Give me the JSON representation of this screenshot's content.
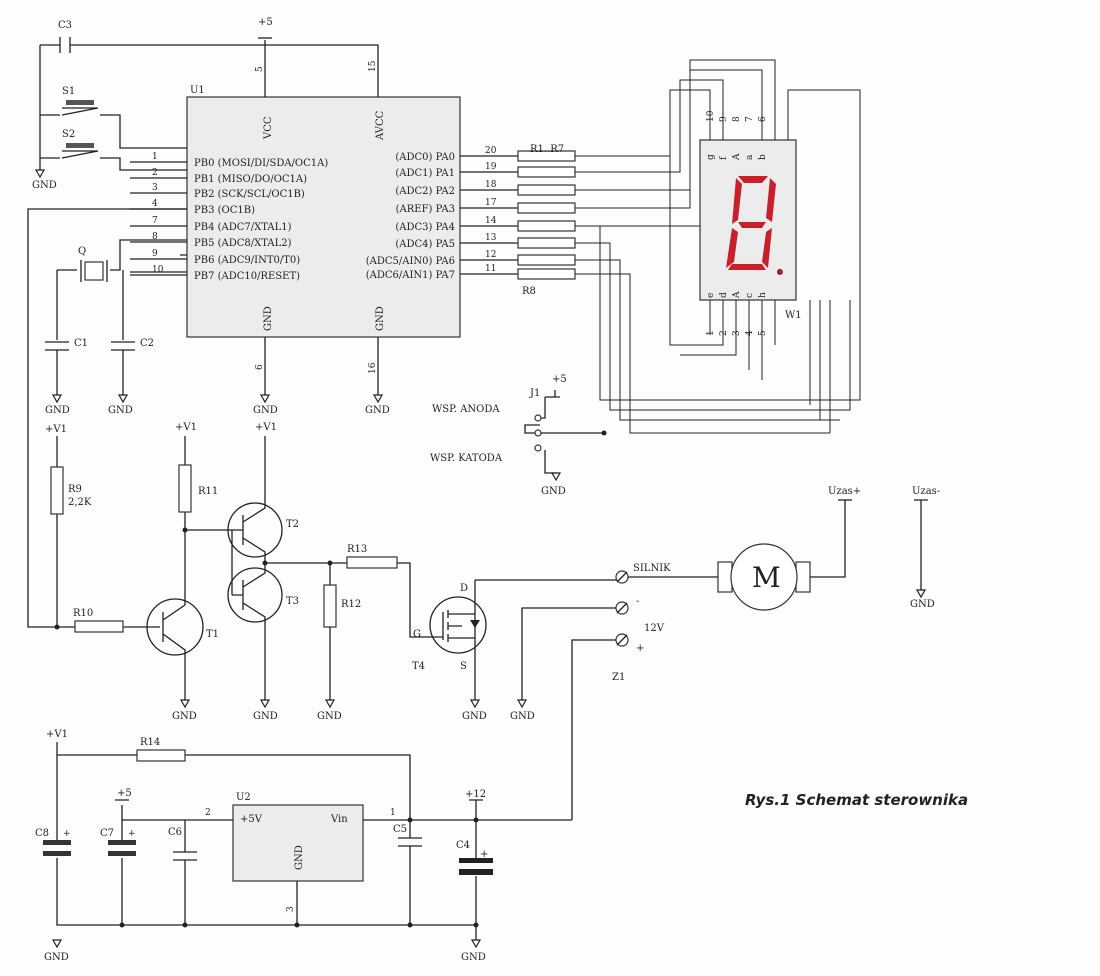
{
  "caption": "Rys.1 Schemat sterownika",
  "power": {
    "p5_top": "+5",
    "p5_mid": "+5",
    "v1_a": "+V1",
    "v1_b": "+V1",
    "v1_c": "+V1",
    "v1_d": "+V1",
    "p12": "+12",
    "p5_reg": "+5",
    "gnd": "GND",
    "uzas_plus": "Uzas+",
    "uzas_minus": "Uzas-"
  },
  "u1": {
    "ref": "U1",
    "vcc": "VCC",
    "avcc": "AVCC",
    "gnd": "GND",
    "vcc_pin": "5",
    "avcc_pin": "15",
    "gnd_pin_a": "6",
    "gnd_pin_b": "16",
    "left_pins": [
      {
        "num": "1",
        "label": "PB0 (MOSI/DI/SDA/OC1A)"
      },
      {
        "num": "2",
        "label": "PB1 (MISO/DO/OC1A)"
      },
      {
        "num": "3",
        "label": "PB2 (SCK/SCL/OC1B)"
      },
      {
        "num": "4",
        "label": "PB3 (OC1B)"
      },
      {
        "num": "7",
        "label": "PB4 (ADC7/XTAL1)"
      },
      {
        "num": "8",
        "label": "PB5 (ADC8/XTAL2)"
      },
      {
        "num": "9",
        "label": "PB6 (ADC9/INT0/T0)"
      },
      {
        "num": "10",
        "label": "PB7 (ADC10/RESET)"
      }
    ],
    "right_pins": [
      {
        "num": "20",
        "label": "(ADC0) PA0"
      },
      {
        "num": "19",
        "label": "(ADC1) PA1"
      },
      {
        "num": "18",
        "label": "(ADC2) PA2"
      },
      {
        "num": "17",
        "label": "(AREF) PA3"
      },
      {
        "num": "14",
        "label": "(ADC3) PA4"
      },
      {
        "num": "13",
        "label": "(ADC4) PA5"
      },
      {
        "num": "12",
        "label": "(ADC5/AIN0) PA6"
      },
      {
        "num": "11",
        "label": "(ADC6/AIN1) PA7"
      }
    ]
  },
  "parts": {
    "c3": "C3",
    "s1": "S1",
    "s2": "S2",
    "q": "Q",
    "c1": "C1",
    "c2": "C2",
    "r1r7": "R1..R7",
    "r8": "R8",
    "w1": "W1",
    "j1": "J1",
    "wsp_anoda": "WSP. ANODA",
    "wsp_katoda": "WSP. KATODA",
    "r9": "R9",
    "r9_val": "2,2K",
    "r10": "R10",
    "r11": "R11",
    "t1": "T1",
    "t2": "T2",
    "t3": "T3",
    "t4": "T4",
    "r12": "R12",
    "r13": "R13",
    "d": "D",
    "g": "G",
    "s": "S",
    "silnik": "SILNIK",
    "minus": "-",
    "plus": "+",
    "v12": "12V",
    "z1": "Z1",
    "motor": "M",
    "r14": "R14",
    "u2": "U2",
    "u2_5v": "+5V",
    "u2_vin": "Vin",
    "u2_gnd": "GND",
    "u2_pin1": "1",
    "u2_pin2": "2",
    "u2_pin3": "3",
    "c4": "C4",
    "c5": "C5",
    "c6": "C6",
    "c7": "C7",
    "c8": "C8"
  },
  "display": {
    "top_pins": [
      "10",
      "9",
      "8",
      "7",
      "6"
    ],
    "top_letters": [
      "g",
      "f",
      "A",
      "a",
      "b"
    ],
    "bottom_pins": [
      "1",
      "2",
      "3",
      "4",
      "5"
    ],
    "bottom_letters": [
      "e",
      "d",
      "A",
      "c",
      "h"
    ],
    "c_label": "c"
  }
}
